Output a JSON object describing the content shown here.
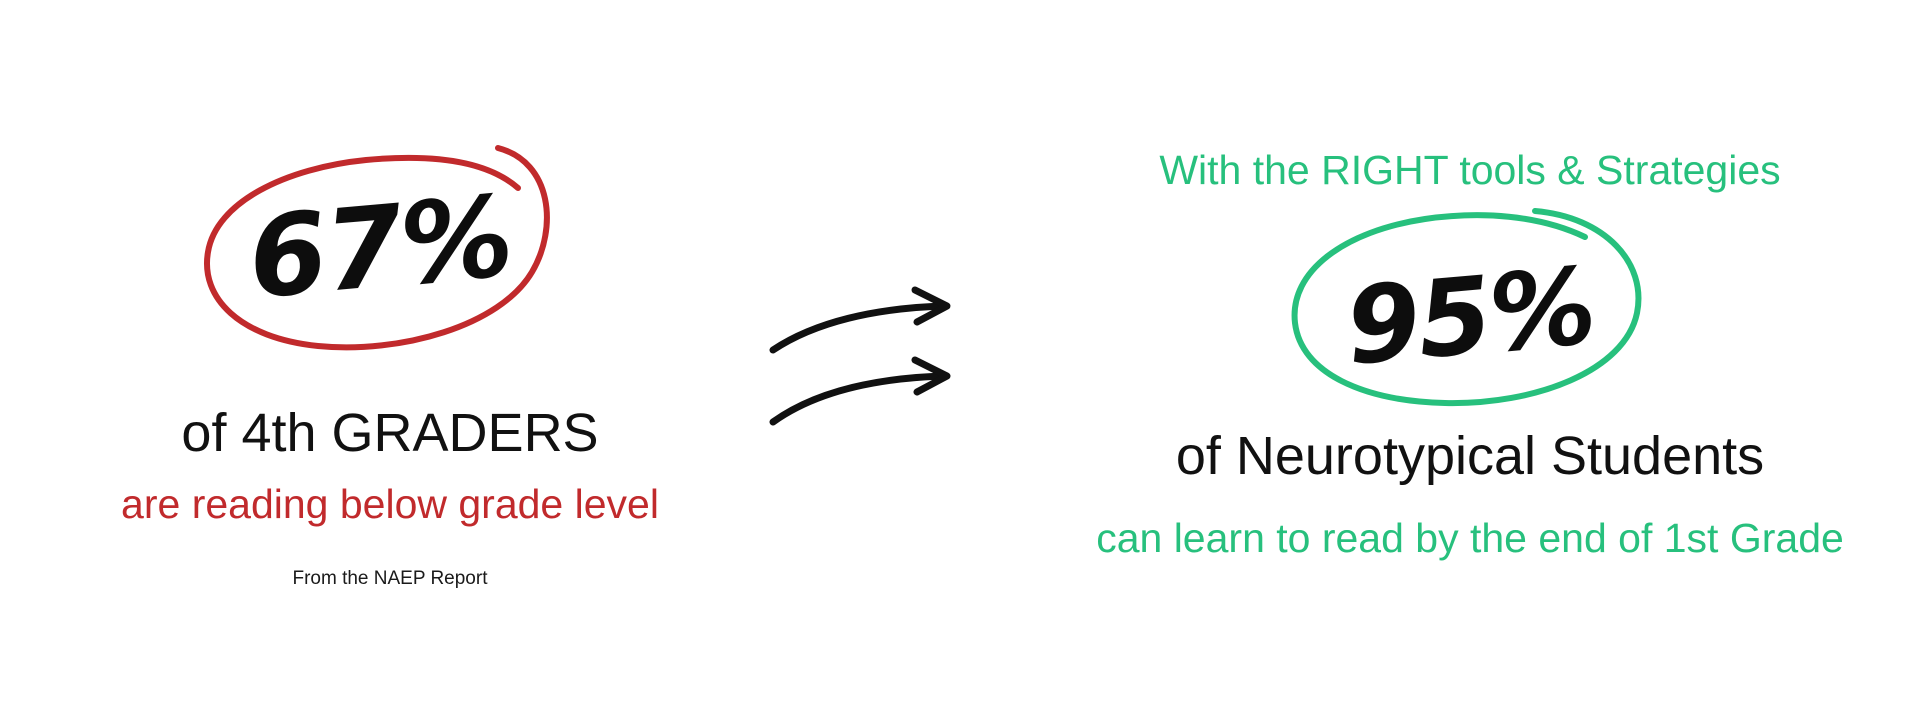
{
  "left": {
    "stat": "67%",
    "subject": "of 4th GRADERS",
    "detail": "are reading below grade level",
    "source": "From the NAEP Report",
    "accent_color": "#c12a2c"
  },
  "transition": {
    "icon": "double-arrow-icon"
  },
  "right": {
    "lead": "With the RIGHT tools & Strategies",
    "stat": "95%",
    "subject": "of Neurotypical Students",
    "detail": "can learn to read by the end of 1st Grade",
    "accent_color": "#27c07d"
  }
}
